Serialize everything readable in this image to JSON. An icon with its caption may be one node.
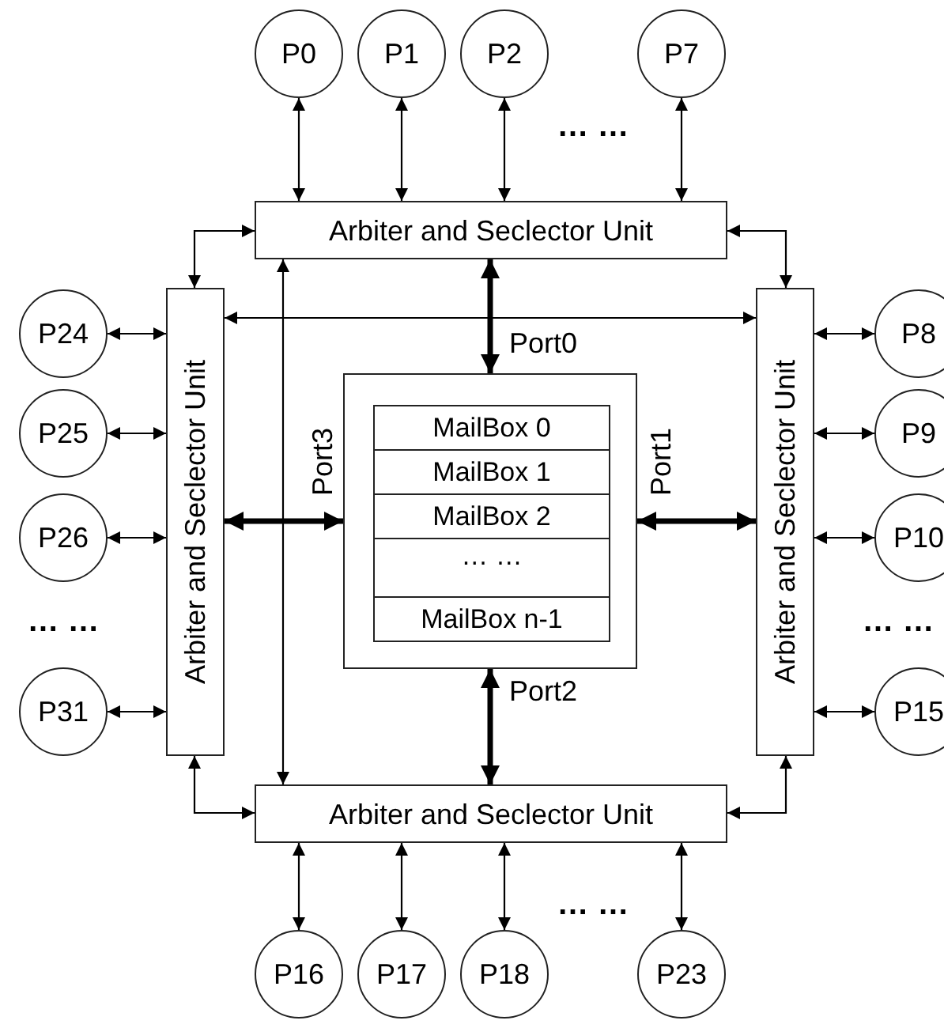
{
  "diagram": {
    "nodes": [
      {
        "text": [
          "P0"
        ]
      },
      {
        "text": [
          "P1"
        ]
      },
      {
        "text": [
          "P2"
        ]
      },
      {
        "text": [
          "P7"
        ]
      },
      {
        "text": [
          "Arbiter and Seclector Unit"
        ]
      },
      {
        "text": [
          "Arbiter and Seclector Unit"
        ]
      },
      {
        "text": [],
        "shape": "box"
      },
      {
        "text": [
          "MailBox 0"
        ],
        "in": 6
      },
      {
        "text": [
          "MailBox 1"
        ],
        "in": 6
      },
      {
        "text": [
          "MailBox 2"
        ],
        "in": 6
      },
      {
        "text": [
          "… …"
        ],
        "in": 6
      },
      {
        "text": [
          "MailBox n-1"
        ],
        "in": 6
      },
      {
        "text": [
          "Arbiter and Seclector Unit"
        ]
      },
      {
        "text": [
          "P24"
        ]
      },
      {
        "text": [
          "P25"
        ]
      },
      {
        "text": [
          "P26"
        ]
      },
      {
        "text": [
          "P31"
        ]
      },
      {
        "text": [
          "P8"
        ]
      },
      {
        "text": [
          "P9"
        ]
      },
      {
        "text": [
          "P10"
        ]
      },
      {
        "text": [
          "P15"
        ]
      },
      {
        "text": [
          "Arbiter and Seclector Unit"
        ]
      },
      {
        "text": [
          "P16"
        ]
      },
      {
        "text": [
          "P17"
        ]
      },
      {
        "text": [
          "P18"
        ]
      },
      {
        "text": [
          "P23"
        ]
      }
    ],
    "edges": [
      {
        "from": 0,
        "to": 4,
        "arrow": "both"
      },
      {
        "from": 1,
        "to": 4,
        "arrow": "both"
      },
      {
        "from": 2,
        "to": 4,
        "arrow": "both"
      },
      {
        "from": 3,
        "to": 4,
        "arrow": "both"
      },
      {
        "from": 4,
        "to": 5,
        "arrow": "both"
      },
      {
        "from": 4,
        "to": 12,
        "arrow": "both"
      },
      {
        "from": 5,
        "to": 12,
        "arrow": "both"
      },
      {
        "from": 4,
        "to": 21,
        "arrow": "both"
      },
      {
        "from": 4,
        "to": 6,
        "arrow": "both",
        "label": "Port0",
        "style": "thick"
      },
      {
        "from": 12,
        "to": 6,
        "arrow": "both",
        "label": "Port1",
        "style": "thick"
      },
      {
        "from": 21,
        "to": 6,
        "arrow": "both",
        "label": "Port2",
        "style": "thick"
      },
      {
        "from": 5,
        "to": 6,
        "arrow": "both",
        "label": "Port3",
        "style": "thick"
      },
      {
        "from": 13,
        "to": 5,
        "arrow": "both"
      },
      {
        "from": 14,
        "to": 5,
        "arrow": "both"
      },
      {
        "from": 15,
        "to": 5,
        "arrow": "both"
      },
      {
        "from": 16,
        "to": 5,
        "arrow": "both"
      },
      {
        "from": 17,
        "to": 12,
        "arrow": "both"
      },
      {
        "from": 18,
        "to": 12,
        "arrow": "both"
      },
      {
        "from": 19,
        "to": 12,
        "arrow": "both"
      },
      {
        "from": 20,
        "to": 12,
        "arrow": "both"
      },
      {
        "from": 21,
        "to": 5,
        "arrow": "both"
      },
      {
        "from": 21,
        "to": 12,
        "arrow": "both"
      },
      {
        "from": 22,
        "to": 21,
        "arrow": "both"
      },
      {
        "from": 23,
        "to": 21,
        "arrow": "both"
      },
      {
        "from": 24,
        "to": 21,
        "arrow": "both"
      },
      {
        "from": 25,
        "to": 21,
        "arrow": "both"
      }
    ],
    "labels": [
      "… …",
      "… …",
      "… …",
      "… …"
    ]
  }
}
